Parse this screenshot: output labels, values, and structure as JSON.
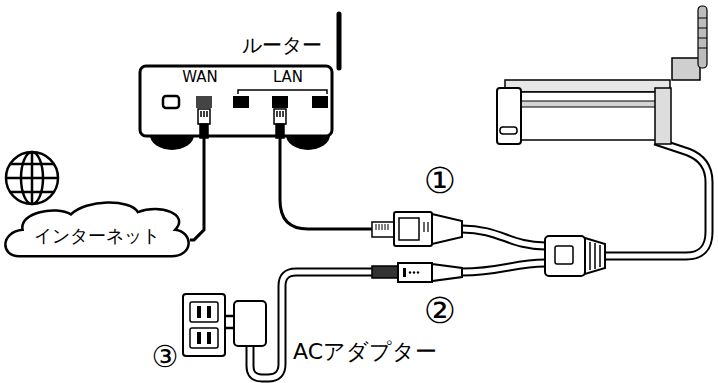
{
  "diagram": {
    "nodes": [
      {
        "text": [
          "ルーター",
          "WAN",
          "LAN"
        ]
      },
      {
        "text": [
          "インターネット"
        ]
      }
    ],
    "edges": [
      {
        "from": 1,
        "to": 0,
        "arrow": "none"
      }
    ],
    "labels": [
      "①",
      "②",
      "③",
      "ACアダプター"
    ]
  }
}
